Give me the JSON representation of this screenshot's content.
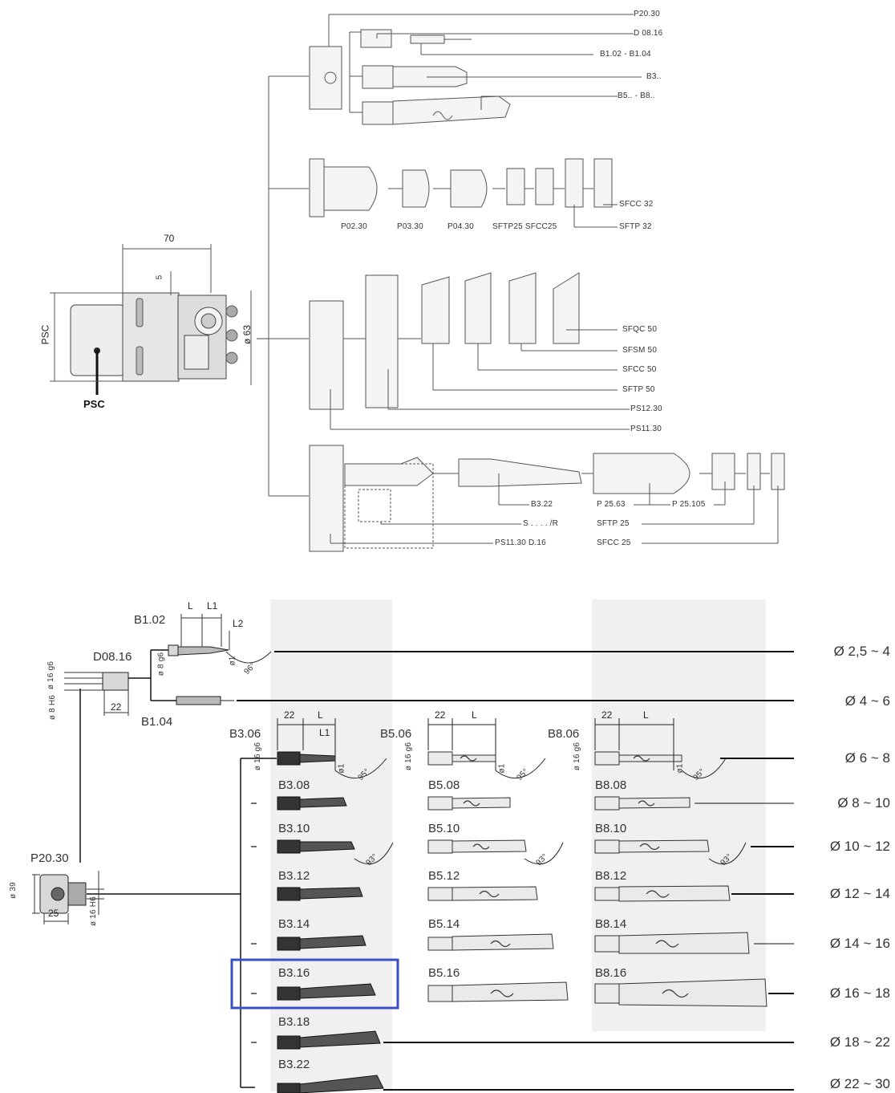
{
  "top": {
    "psc_dim_width": "70",
    "psc_dim_small": "5",
    "psc_dim_height": "PSC",
    "psc_dim_dia": "ø 63",
    "psc_label": "PSC",
    "group1": [
      "P20.30",
      "D 08.16",
      "B1.02 - B1.04",
      "B3..",
      "B5.. - B8.."
    ],
    "group2_under": [
      "P02.30",
      "P03.30",
      "P04.30",
      "SFTP25 SFCC25"
    ],
    "group2_right": [
      "SFCC 32",
      "SFTP 32"
    ],
    "group3": [
      "SFQC 50",
      "SFSM 50",
      "SFCC 50",
      "SFTP 50",
      "PS12.30",
      "PS11.30"
    ],
    "group4_left": [
      "B3.22",
      "S . . . . /R",
      "PS11.30 D.16"
    ],
    "group4_right": [
      "P 25.63",
      "P 25.105",
      "SFTP 25",
      "SFCC 25"
    ]
  },
  "bottom": {
    "adapters": {
      "b102": "B1.02",
      "d0816": "D08.16",
      "b104": "B1.04",
      "p2030": "P20.30",
      "dim_L": "L",
      "dim_L1": "L1",
      "dim_L2": "L2",
      "dim_22": "22",
      "dim_25": "25",
      "dim_phi1": "ø1",
      "dim_96": "96°",
      "dim_8g6": "ø 8 g6",
      "dim_16g6": "ø 16 g6",
      "dim_8h6": "ø 8 H6",
      "dim_39": "ø 39",
      "dim_16h6": "ø 16 H6"
    },
    "series_dims": {
      "d22": "22",
      "dL": "L",
      "dL1": "L1",
      "d16g6": "ø 16 g6",
      "dphi1": "ø1",
      "d95": "95°",
      "d93": "93°"
    },
    "b3": [
      "B3.06",
      "B3.08",
      "B3.10",
      "B3.12",
      "B3.14",
      "B3.16",
      "B3.18",
      "B3.22"
    ],
    "b5": [
      "B5.06",
      "B5.08",
      "B5.10",
      "B5.12",
      "B5.14",
      "B5.16"
    ],
    "b8": [
      "B8.06",
      "B8.08",
      "B8.10",
      "B8.12",
      "B8.14",
      "B8.16"
    ],
    "ranges": [
      "Ø 2,5 ~ 4",
      "Ø 4 ~ 6",
      "Ø 6 ~ 8",
      "Ø 8 ~ 10",
      "Ø 10 ~ 12",
      "Ø 12 ~ 14",
      "Ø 14 ~ 16",
      "Ø 16 ~ 18",
      "Ø 18 ~ 22",
      "Ø 22 ~ 30"
    ],
    "highlight_color": "#3a4fc4",
    "band_color": "#f0f0f0"
  }
}
